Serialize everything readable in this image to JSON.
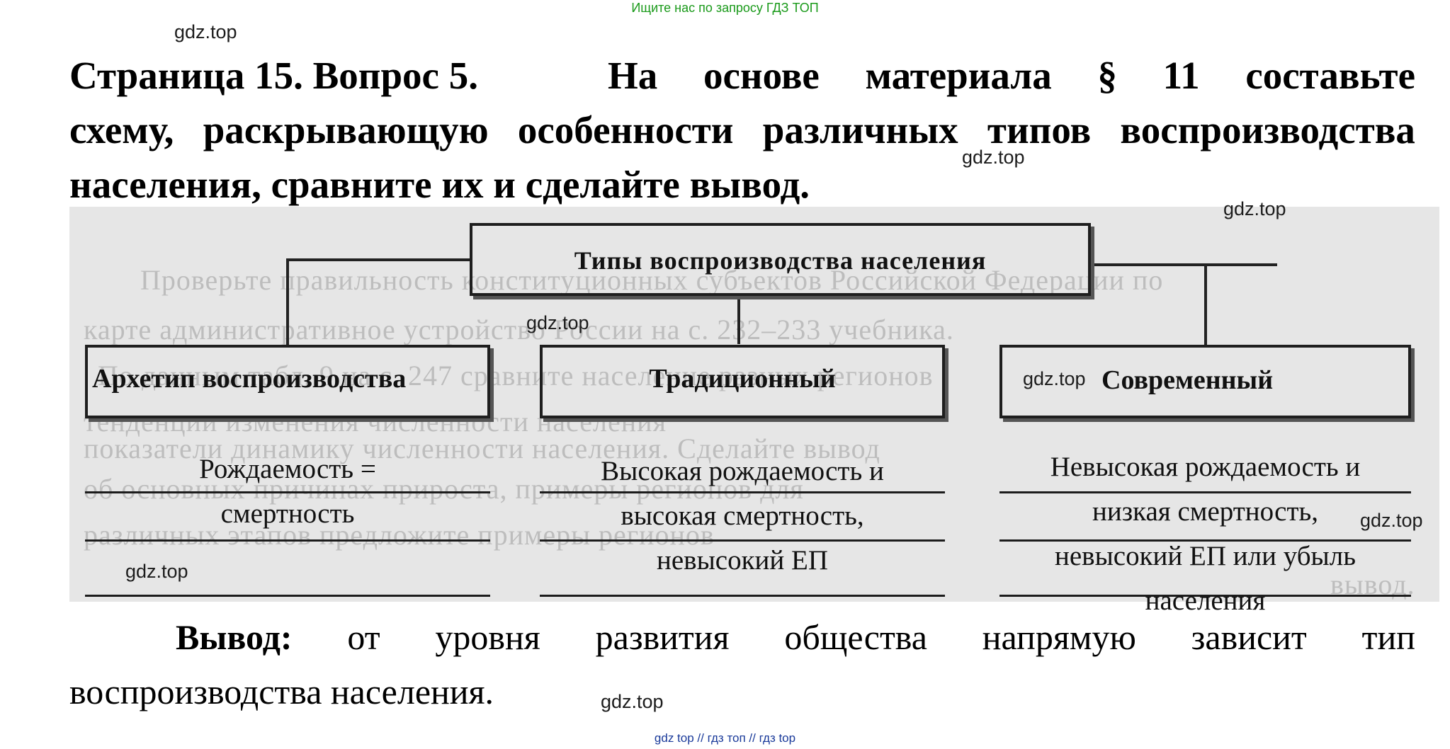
{
  "banner": {
    "top": "Ищите нас по запросу ГДЗ ТОП",
    "bottom": "gdz top // гдз топ // гдз top"
  },
  "watermark": "gdz.top",
  "question": {
    "lead": "Страница 15. Вопрос 5.",
    "line1_words": [
      "На",
      "основе",
      "материала",
      "§",
      "11",
      "составьте"
    ],
    "line2_words": [
      "схему,",
      "раскрывающую",
      "особенности",
      "различных",
      "типов",
      "воспроизводства"
    ],
    "line3": "населения, сравните их и сделайте вывод."
  },
  "scan_background": {
    "line1": "Проверьте правильность конституционных субъектов Российской Федерации по",
    "line2": "карте административное устройство России на с. 232–233 учебника.",
    "line3": "По данным табл. 9 на с. 247 сравните население разных регионов",
    "line4": "тенденции изменения численности населения",
    "line5": "показатели динамику численности населения. Сделайте вывод",
    "line6": "об основных причинах прироста, примеры регионов для",
    "line7": "различных этапов предложите примеры регионов",
    "line8": "вывод."
  },
  "diagram": {
    "root": "Типы воспроизводства населения",
    "types": [
      {
        "label": "Архетип воспроизводства",
        "desc_lines": [
          "Рождаемость =",
          "смертность"
        ]
      },
      {
        "label": "Традиционный",
        "desc_lines": [
          "Высокая рождаемость и",
          "высокая смертность,",
          "невысокий ЕП"
        ]
      },
      {
        "label": "Современный",
        "desc_lines": [
          "Невысокая рождаемость и",
          "низкая смертность,",
          "невысокий ЕП или убыль",
          "населения"
        ]
      }
    ]
  },
  "conclusion": {
    "label": "Вывод:",
    "line1_words": [
      "от",
      "уровня",
      "развития",
      "общества",
      "напрямую",
      "зависит",
      "тип"
    ],
    "line2": "воспроизводства населения."
  }
}
